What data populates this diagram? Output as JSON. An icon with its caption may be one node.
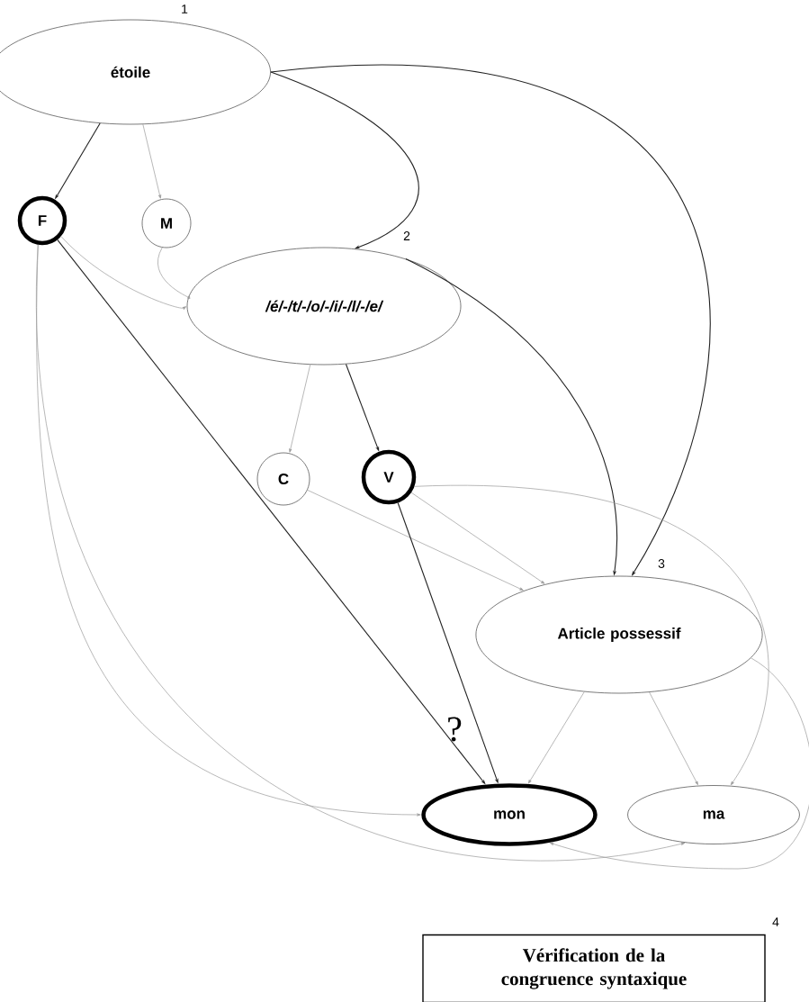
{
  "diagram": {
    "nodes": [
      {
        "text": [
          "étoile"
        ],
        "beside": [
          "1"
        ]
      },
      {
        "text": [
          "F"
        ]
      },
      {
        "text": [
          "M"
        ]
      },
      {
        "text": [
          "/é/-/t/-/o/-/i/-/l/-/e/"
        ],
        "beside": [
          "2"
        ]
      },
      {
        "text": [
          "C"
        ]
      },
      {
        "text": [
          "V"
        ]
      },
      {
        "text": [
          "Article possessif"
        ],
        "beside": [
          "3"
        ]
      },
      {
        "text": [
          "mon"
        ]
      },
      {
        "text": [
          "ma"
        ]
      },
      {
        "text": [
          "Vérification de la congruence syntaxique"
        ],
        "beside": [
          "4"
        ]
      }
    ],
    "edges": [
      {
        "from": 0,
        "to": 1,
        "arrow": "to",
        "color": "#222222"
      },
      {
        "from": 0,
        "to": 2,
        "arrow": "to"
      },
      {
        "from": 0,
        "to": 3,
        "arrow": "to",
        "color": "#222222"
      },
      {
        "from": 0,
        "to": 6,
        "arrow": "to",
        "color": "#222222"
      },
      {
        "from": 1,
        "to": 3,
        "arrow": "to"
      },
      {
        "from": 2,
        "to": 3,
        "arrow": "to"
      },
      {
        "from": 1,
        "to": 7,
        "arrow": "to",
        "color": "#222222"
      },
      {
        "from": 1,
        "to": 7,
        "arrow": "to"
      },
      {
        "from": 1,
        "to": 8,
        "arrow": "to"
      },
      {
        "from": 3,
        "to": 4,
        "arrow": "to"
      },
      {
        "from": 3,
        "to": 5,
        "arrow": "to",
        "color": "#222222"
      },
      {
        "from": 3,
        "to": 6,
        "arrow": "to",
        "color": "#222222"
      },
      {
        "from": 4,
        "to": 6,
        "arrow": "to"
      },
      {
        "from": 5,
        "to": 6,
        "arrow": "to"
      },
      {
        "from": 5,
        "to": 7,
        "arrow": "to",
        "color": "#222222"
      },
      {
        "from": 5,
        "to": 8,
        "arrow": "to"
      },
      {
        "from": 6,
        "to": 7,
        "arrow": "to"
      },
      {
        "from": 6,
        "to": 8,
        "arrow": "to"
      },
      {
        "from": 6,
        "to": 7,
        "arrow": "to"
      }
    ],
    "labels": [
      "?"
    ]
  }
}
